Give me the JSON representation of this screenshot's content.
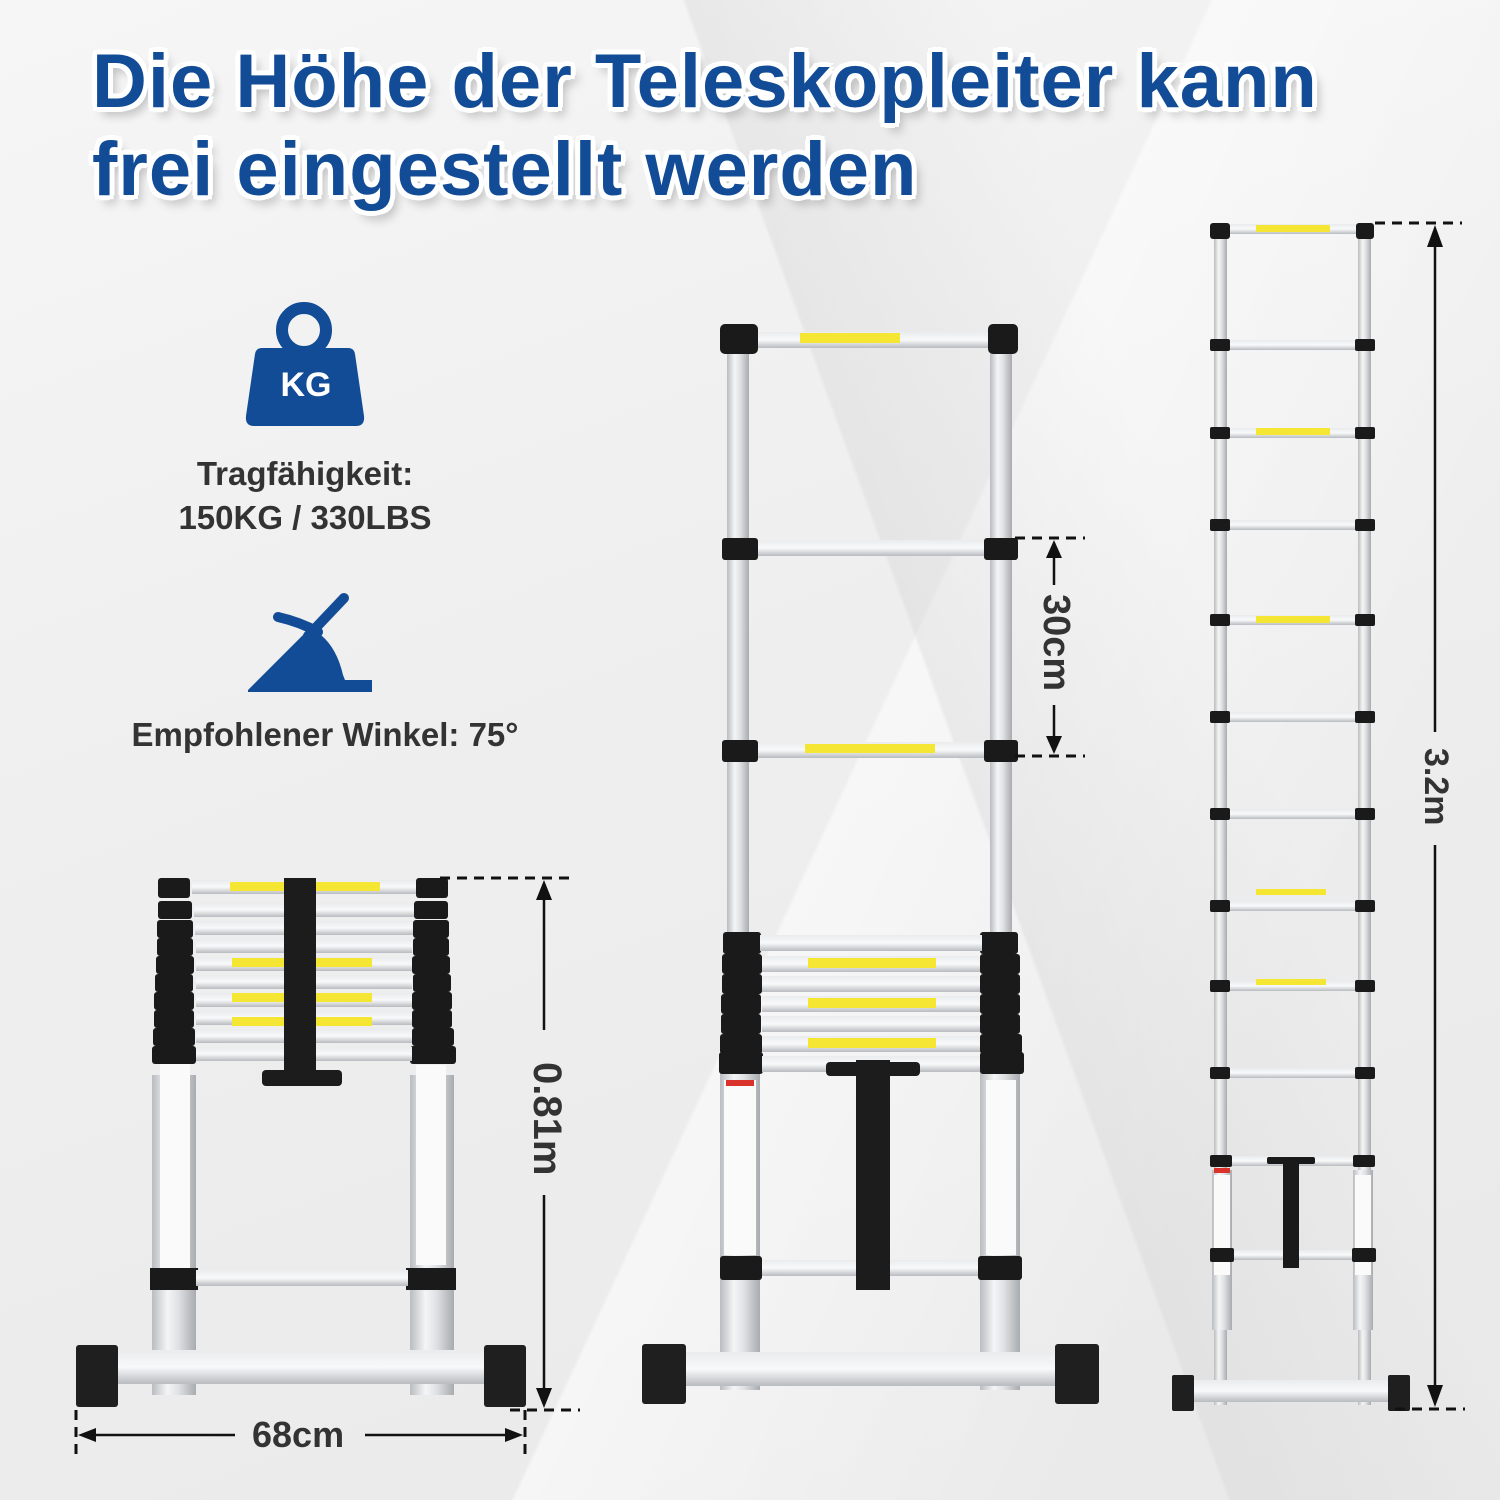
{
  "title": {
    "line1": "Die Höhe der Teleskopleiter kann",
    "line2": "frei eingestellt werden"
  },
  "specs": [
    {
      "icon": "weight-kg-icon",
      "icon_text": "KG",
      "label_line1": "Tragfähigkeit:",
      "label_line2": "150KG / 330LBS"
    },
    {
      "icon": "angle-icon",
      "label": "Empfohlener Winkel: 75°"
    }
  ],
  "dimensions": {
    "collapsed_height": "0.81m",
    "width": "68cm",
    "rung_spacing": "30cm",
    "extended_height": "3.2m"
  },
  "colors": {
    "brand_blue": "#134c96",
    "text_dark": "#333333",
    "ladder_black": "#1a1a1a",
    "ladder_silver": "#d9dcdf",
    "label_yellow": "#f5e634"
  }
}
